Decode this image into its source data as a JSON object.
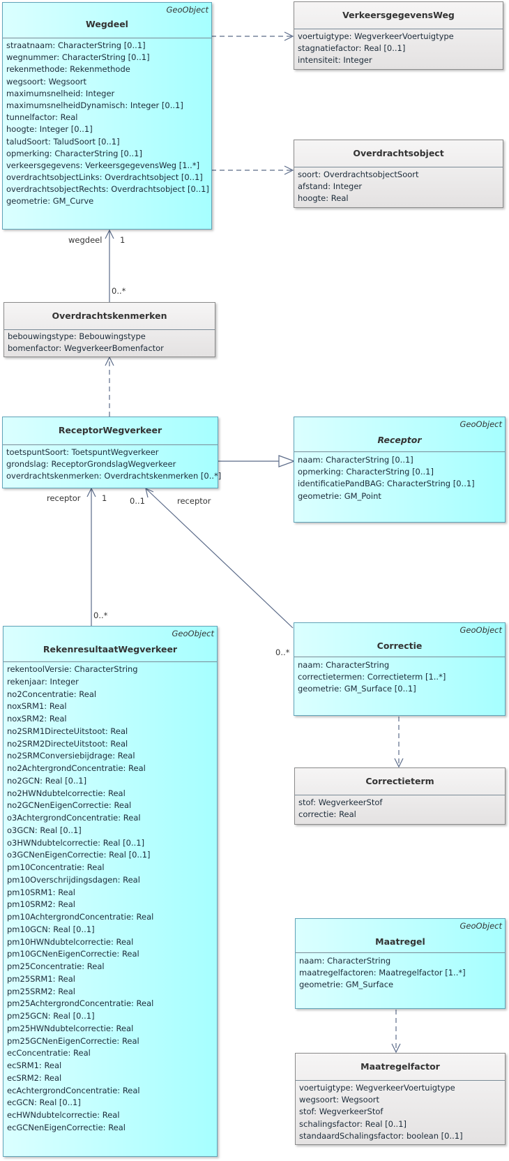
{
  "classes": {
    "wegdeel": {
      "stereotype": "GeoObject",
      "name": "Wegdeel",
      "attributes": [
        "straatnaam: CharacterString [0..1]",
        "wegnummer: CharacterString [0..1]",
        "rekenmethode: Rekenmethode",
        "wegsoort: Wegsoort",
        "maximumsnelheid: Integer",
        "maximumsnelheidDynamisch: Integer [0..1]",
        "tunnelfactor: Real",
        "hoogte: Integer [0..1]",
        "taludSoort: TaludSoort [0..1]",
        "opmerking: CharacterString [0..1]",
        "verkeersgegevens: VerkeersgegevensWeg [1..*]",
        "overdrachtsobjectLinks: Overdrachtsobject [0..1]",
        "overdrachtsobjectRechts: Overdrachtsobject [0..1]",
        "geometrie: GM_Curve"
      ]
    },
    "verkeersgegevensweg": {
      "name": "VerkeersgegevensWeg",
      "attributes": [
        "voertuigtype: WegverkeerVoertuigtype",
        "stagnatiefactor: Real [0..1]",
        "intensiteit: Integer"
      ]
    },
    "overdrachtsobject": {
      "name": "Overdrachtsobject",
      "attributes": [
        "soort: OverdrachtsobjectSoort",
        "afstand: Integer",
        "hoogte: Real"
      ]
    },
    "overdrachtskenmerken": {
      "name": "Overdrachtskenmerken",
      "attributes": [
        "bebouwingstype: Bebouwingstype",
        "bomenfactor: WegverkeerBomenfactor"
      ]
    },
    "receptorwegverkeer": {
      "name": "ReceptorWegverkeer",
      "attributes": [
        "toetspuntSoort: ToetspuntWegverkeer",
        "grondslag: ReceptorGrondslagWegverkeer",
        "overdrachtskenmerken: Overdrachtskenmerken [0..*]"
      ]
    },
    "receptor": {
      "stereotype": "GeoObject",
      "name": "Receptor",
      "attributes": [
        "naam: CharacterString [0..1]",
        "opmerking: CharacterString [0..1]",
        "identificatiePandBAG: CharacterString [0..1]",
        "geometrie: GM_Point"
      ]
    },
    "rekenresultaat": {
      "stereotype": "GeoObject",
      "name": "RekenresultaatWegverkeer",
      "attributes": [
        "rekentoolVersie: CharacterString",
        "rekenjaar: Integer",
        "no2Concentratie: Real",
        "noxSRM1: Real",
        "noxSRM2: Real",
        "no2SRM1DirecteUitstoot: Real",
        "no2SRM2DirecteUitstoot: Real",
        "no2SRMConversiebijdrage: Real",
        "no2AchtergrondConcentratie: Real",
        "no2GCN: Real [0..1]",
        "no2HWNdubtelcorrectie: Real",
        "no2GCNenEigenCorrectie: Real",
        "o3AchtergrondConcentratie: Real",
        "o3GCN: Real [0..1]",
        "o3HWNdubtelcorrectie: Real [0..1]",
        "o3GCNenEigenCorrectie: Real [0..1]",
        "pm10Concentratie: Real",
        "pm10Overschrijdingsdagen: Real",
        "pm10SRM1: Real",
        "pm10SRM2: Real",
        "pm10AchtergrondConcentratie: Real",
        "pm10GCN: Real [0..1]",
        "pm10HWNdubtelcorrectie: Real",
        "pm10GCNenEigenCorrectie: Real",
        "pm25Concentratie: Real",
        "pm25SRM1: Real",
        "pm25SRM2: Real",
        "pm25AchtergrondConcentratie: Real",
        "pm25GCN: Real [0..1]",
        "pm25HWNdubtelcorrectie: Real",
        "pm25GCNenEigenCorrectie: Real",
        "ecConcentratie: Real",
        "ecSRM1: Real",
        "ecSRM2: Real",
        "ecAchtergrondConcentratie: Real",
        "ecGCN: Real [0..1]",
        "ecHWNdubtelcorrectie: Real",
        "ecGCNenEigenCorrectie: Real"
      ]
    },
    "correctie": {
      "stereotype": "GeoObject",
      "name": "Correctie",
      "attributes": [
        "naam: CharacterString",
        "correctietermen: Correctieterm [1..*]",
        "geometrie: GM_Surface [0..1]"
      ]
    },
    "correctieterm": {
      "name": "Correctieterm",
      "attributes": [
        "stof: WegverkeerStof",
        "correctie: Real"
      ]
    },
    "maatregel": {
      "stereotype": "GeoObject",
      "name": "Maatregel",
      "attributes": [
        "naam: CharacterString",
        "maatregelfactoren: Maatregelfactor [1..*]",
        "geometrie: GM_Surface"
      ]
    },
    "maatregelfactor": {
      "name": "Maatregelfactor",
      "attributes": [
        "voertuigtype: WegverkeerVoertuigtype",
        "wegsoort: Wegsoort",
        "stof: WegverkeerStof",
        "schalingsfactor: Real [0..1]",
        "standaardSchalingsfactor: boolean [0..1]"
      ]
    }
  },
  "labels": {
    "wegdeel_role": "wegdeel",
    "wegdeel_mult": "1",
    "kenmerken_mult": "0..*",
    "receptor_role_left": "receptor",
    "receptor_mult_left": "1",
    "receptor_mult_right": "0..1",
    "receptor_role_right": "receptor",
    "rekenresultaat_mult": "0..*",
    "correctie_mult": "0..*"
  }
}
